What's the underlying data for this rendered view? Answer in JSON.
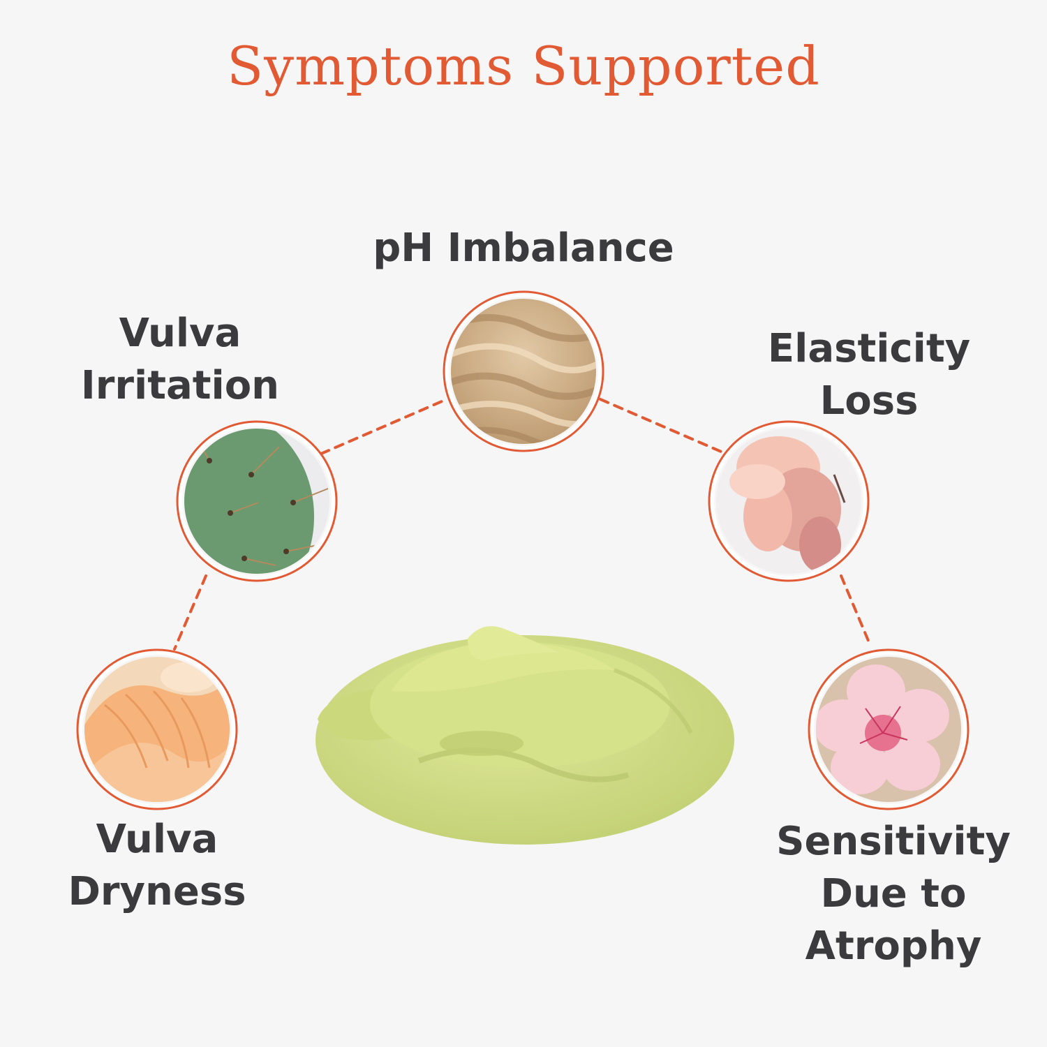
{
  "title": "Symptoms Supported",
  "colors": {
    "accent": "#e25a33",
    "text": "#3b3b3d",
    "background": "#f6f6f6",
    "cream": "#d3df85"
  },
  "symptoms": [
    {
      "id": "ph",
      "lines": [
        "pH Imbalance"
      ],
      "image": "sand-dunes-image"
    },
    {
      "id": "irritation",
      "lines": [
        "Vulva",
        "Irritation"
      ],
      "image": "cactus-image"
    },
    {
      "id": "elasticity",
      "lines": [
        "Elasticity",
        "Loss"
      ],
      "image": "peach-flower-image"
    },
    {
      "id": "dryness",
      "lines": [
        "Vulva",
        "Dryness"
      ],
      "image": "mushroom-gills-image"
    },
    {
      "id": "sensitivity",
      "lines": [
        "Sensitivity",
        "Due to",
        "Atrophy"
      ],
      "image": "cherry-blossom-image"
    }
  ],
  "product_image": "green-cream-swirl-image"
}
